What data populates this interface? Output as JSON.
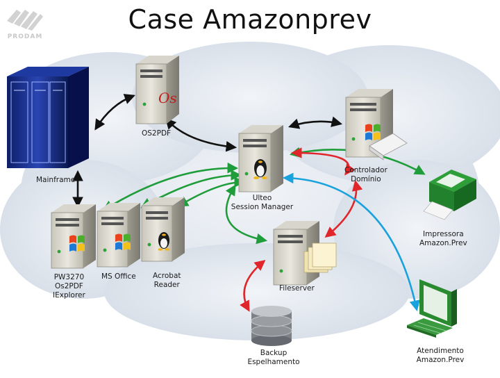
{
  "title": "Case Amazonprev",
  "logo": {
    "text": "PRODAM"
  },
  "nodes": {
    "os2pdf": {
      "label": "OS2PDF",
      "badge": "Os"
    },
    "mainframe": {
      "label": "Mainframe"
    },
    "controlador": {
      "lines": [
        "Controlador",
        "Domínio"
      ]
    },
    "ulteo": {
      "lines": [
        "Ulteo",
        "Session Manager"
      ]
    },
    "impressora": {
      "lines": [
        "Impressora",
        "Amazon.Prev"
      ]
    },
    "pw3270": {
      "lines": [
        "PW3270",
        "Os2PDF",
        "IExplorer"
      ]
    },
    "msoffice": {
      "label": "MS Office"
    },
    "acrobat": {
      "lines": [
        "Acrobat",
        "Reader"
      ]
    },
    "fileserver": {
      "label": "Fileserver"
    },
    "backup": {
      "lines": [
        "Backup",
        "Espelhamento"
      ]
    },
    "atendimento": {
      "lines": [
        "Atendimento",
        "Amazon.Prev"
      ]
    }
  },
  "colors": {
    "black_link": "#111111",
    "green_link": "#1f9d3a",
    "red_link": "#e0262a",
    "blue_link": "#1aa2dc",
    "cloud": "#dfe6ee"
  }
}
